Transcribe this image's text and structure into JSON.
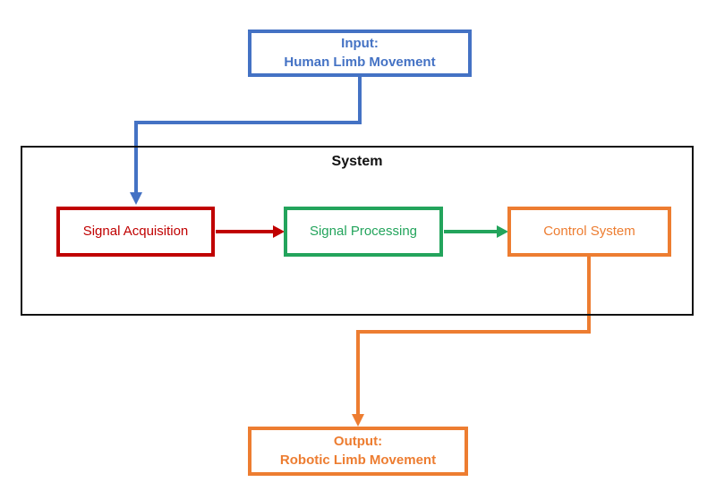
{
  "colors": {
    "blue": "#4472C4",
    "red": "#C00000",
    "green": "#23A45C",
    "orange": "#ED7D31",
    "black": "#111111",
    "bg": "#ffffff"
  },
  "nodes": {
    "input": {
      "line1": "Input:",
      "line2": "Human Limb Movement",
      "color": "#4472C4"
    },
    "system": {
      "label": "System",
      "color": "#111111"
    },
    "signal_acquisition": {
      "label": "Signal Acquisition",
      "color": "#C00000"
    },
    "signal_processing": {
      "label": "Signal Processing",
      "color": "#23A45C"
    },
    "control_system": {
      "label": "Control System",
      "color": "#ED7D31"
    },
    "output": {
      "line1": "Output:",
      "line2": "Robotic Limb Movement",
      "color": "#ED7D31"
    }
  },
  "edges": [
    {
      "from": "input",
      "to": "signal_acquisition",
      "color": "#4472C4",
      "style": "elbow-down-left-down"
    },
    {
      "from": "signal_acquisition",
      "to": "signal_processing",
      "color": "#C00000",
      "style": "straight-right"
    },
    {
      "from": "signal_processing",
      "to": "control_system",
      "color": "#23A45C",
      "style": "straight-right"
    },
    {
      "from": "control_system",
      "to": "output",
      "color": "#ED7D31",
      "style": "elbow-down-left-down"
    }
  ]
}
